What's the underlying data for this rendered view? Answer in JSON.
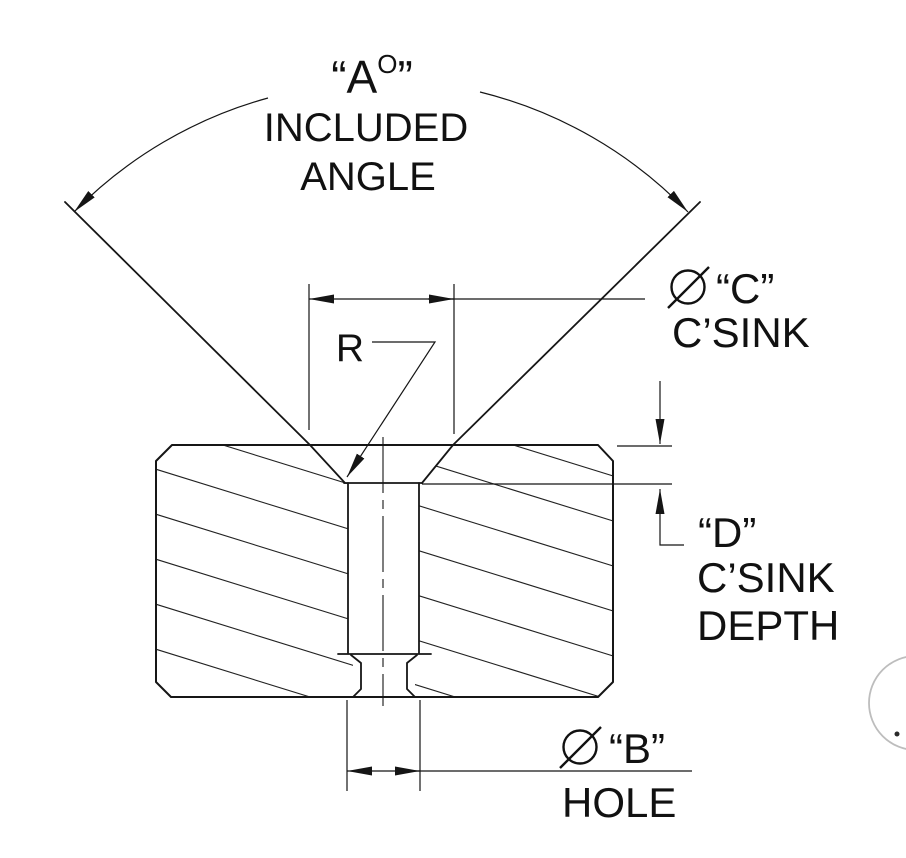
{
  "diagram": {
    "type": "engineering-drawing",
    "subject": "Countersunk hole cross-section",
    "colors": {
      "line": "#161616",
      "background": "#ffffff",
      "artifact": "#bdbdbd"
    },
    "labels": {
      "included_angle": {
        "a_pre": "“A",
        "a_sup": "O",
        "a_post": "”",
        "line2": "INCLUDED",
        "line3": "ANGLE"
      },
      "csink_diameter": {
        "symbol": "diameter",
        "value": "“C”",
        "caption": "C’SINK"
      },
      "radius": {
        "value": "R"
      },
      "csink_depth": {
        "value": "“D”",
        "caption1": "C’SINK",
        "caption2": "DEPTH"
      },
      "hole_diameter": {
        "symbol": "diameter",
        "value": "“B”",
        "caption": "HOLE"
      }
    }
  }
}
